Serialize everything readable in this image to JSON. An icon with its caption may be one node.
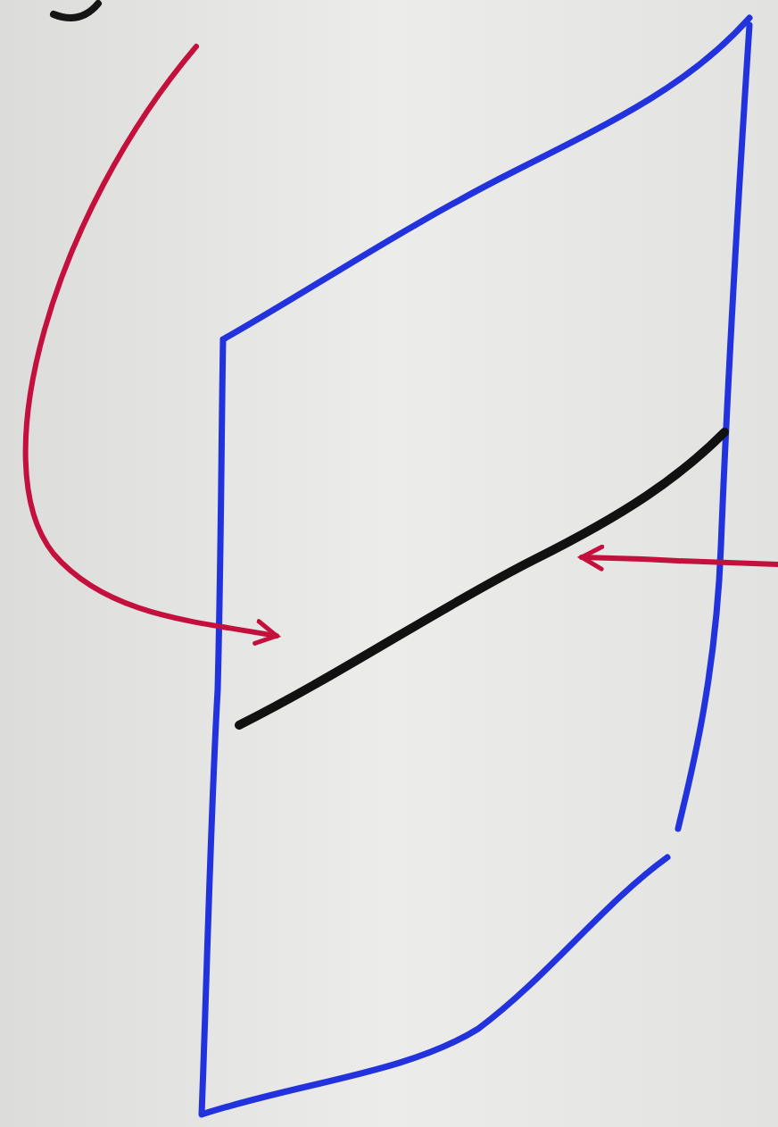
{
  "diagram": {
    "nodes": [
      {
        "text": [],
        "shape": "parallelogram"
      },
      {
        "text": [],
        "shape": "line",
        "in": 0
      }
    ],
    "edges": [
      {
        "from": null,
        "to": 1,
        "arrow": "to"
      },
      {
        "from": null,
        "to": 1,
        "arrow": "to"
      }
    ]
  }
}
